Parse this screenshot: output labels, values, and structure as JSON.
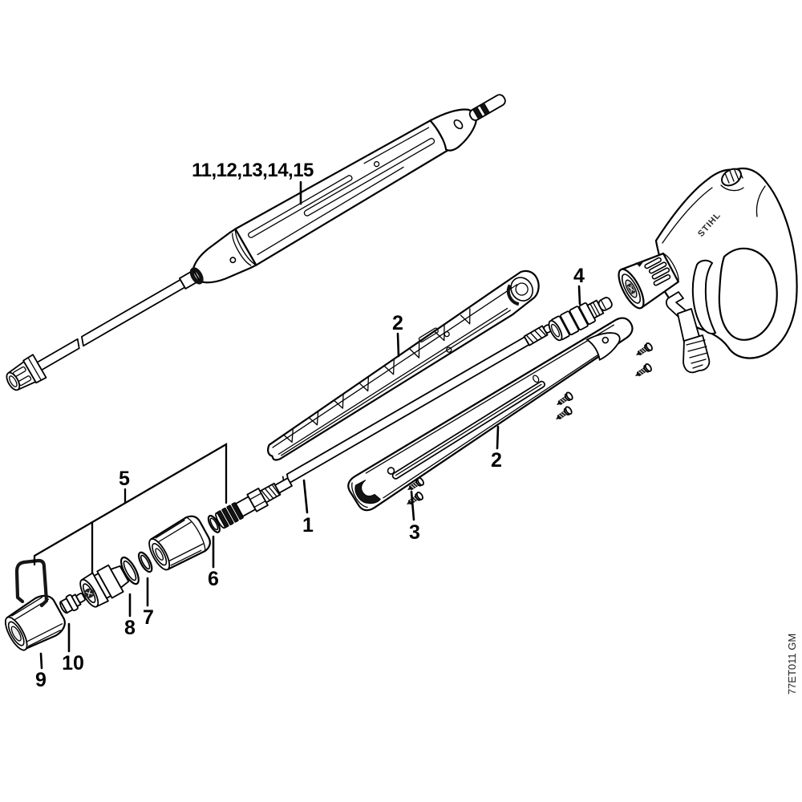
{
  "diagram": {
    "background_color": "#ffffff",
    "line_color": "#000000",
    "brand": "STIHL",
    "drawing_number": "77ET011 GM",
    "labels": {
      "lance_assembly": "11,12,13,14,15",
      "spray_tube": "1",
      "shell_upper": "2",
      "shell_lower": "2",
      "screws": "3",
      "coupling_sleeve": "4",
      "quick_coupling_set": "5",
      "o_ring_small": "6",
      "o_ring_medium": "7",
      "o_ring_large": "8",
      "nozzle_cap": "9",
      "nozzle_insert": "10"
    }
  }
}
